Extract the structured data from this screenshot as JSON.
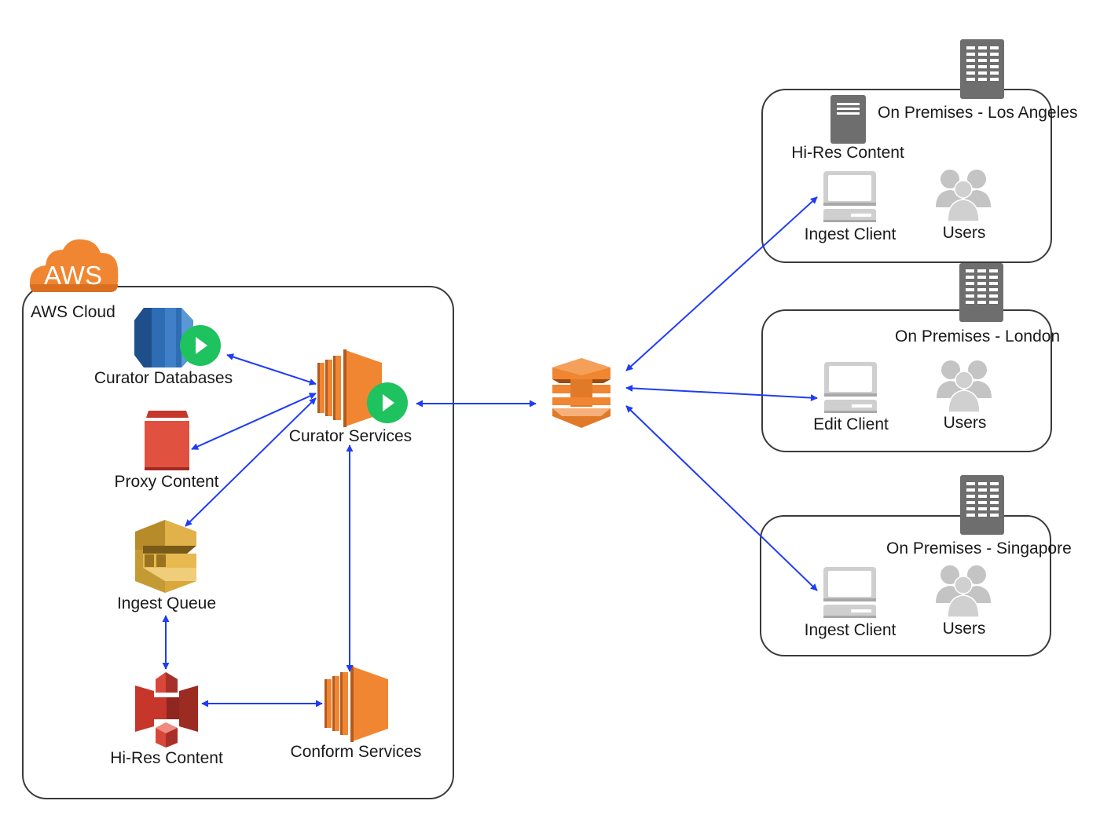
{
  "diagram": {
    "aws_cloud": {
      "badge_text": "AWS",
      "label": "AWS Cloud",
      "nodes": {
        "curator_databases": "Curator Databases",
        "curator_services": "Curator Services",
        "proxy_content": "Proxy Content",
        "ingest_queue": "Ingest Queue",
        "hi_res_content": "Hi-Res Content",
        "conform_services": "Conform Services"
      }
    },
    "gateway": {
      "icon": "direct-connect-icon"
    },
    "sites": [
      {
        "label": "On Premises - Los Angeles",
        "storage_label": "Hi-Res Content",
        "client_label": "Ingest Client",
        "users_label": "Users"
      },
      {
        "label": "On Premises - London",
        "client_label": "Edit Client",
        "users_label": "Users"
      },
      {
        "label": "On Premises - Singapore",
        "client_label": "Ingest Client",
        "users_label": "Users"
      }
    ],
    "connections": [
      {
        "from": "Curator Databases",
        "to": "Curator Services",
        "direction": "bidirectional"
      },
      {
        "from": "Curator Services",
        "to": "Proxy Content",
        "direction": "bidirectional"
      },
      {
        "from": "Curator Services",
        "to": "Ingest Queue",
        "direction": "bidirectional"
      },
      {
        "from": "Curator Services",
        "to": "Conform Services",
        "direction": "bidirectional"
      },
      {
        "from": "Ingest Queue",
        "to": "Hi-Res Content",
        "direction": "bidirectional"
      },
      {
        "from": "Hi-Res Content",
        "to": "Conform Services",
        "direction": "bidirectional"
      },
      {
        "from": "Curator Services",
        "to": "Gateway",
        "direction": "bidirectional"
      },
      {
        "from": "Gateway",
        "to": "Ingest Client (Los Angeles)",
        "direction": "bidirectional"
      },
      {
        "from": "Gateway",
        "to": "Edit Client (London)",
        "direction": "bidirectional"
      },
      {
        "from": "Gateway",
        "to": "Ingest Client (Singapore)",
        "direction": "bidirectional"
      }
    ],
    "colors": {
      "connector": "#1f3cf5",
      "aws_orange": "#f08632",
      "play_green": "#1ec25f",
      "db_blue": "#2e6db4",
      "s3_red": "#d9473b",
      "sqs_gold": "#d9a83a",
      "building_gray": "#6e6e6e",
      "client_gray": "#cfcfcf"
    }
  }
}
